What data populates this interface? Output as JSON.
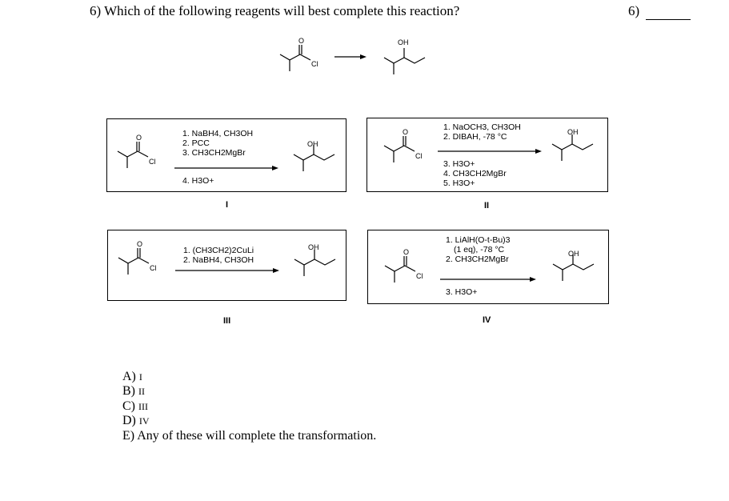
{
  "question": {
    "number_text": "6) Which of the following reagents will best complete this reaction?",
    "answer_label": "6)"
  },
  "reaction": {
    "reactant_labels": {
      "o": "O",
      "cl": "Cl"
    },
    "product_labels": {
      "oh": "OH"
    }
  },
  "options": [
    {
      "numeral": "I",
      "reagents_above": [
        "1. NaBH4, CH3OH",
        "2. PCC",
        "3. CH3CH2MgBr"
      ],
      "reagents_below": [
        "4. H3O+"
      ]
    },
    {
      "numeral": "II",
      "reagents_above": [
        "1. NaOCH3, CH3OH",
        "2. DIBAH, -78 °C"
      ],
      "reagents_below": [
        "3. H3O+",
        "4. CH3CH2MgBr",
        "5. H3O+"
      ]
    },
    {
      "numeral": "III",
      "reagents_above": [
        "1. (CH3CH2)2CuLi",
        "2. NaBH4, CH3OH"
      ],
      "reagents_below": []
    },
    {
      "numeral": "IV",
      "reagents_above": [
        "1. LiAlH(O-t-Bu)3",
        "(1 eq), -78 °C",
        "2. CH3CH2MgBr"
      ],
      "reagents_below": [
        "3. H3O+"
      ]
    }
  ],
  "choices": [
    {
      "letter": "A)",
      "text": "I"
    },
    {
      "letter": "B)",
      "text": "II"
    },
    {
      "letter": "C)",
      "text": "III"
    },
    {
      "letter": "D)",
      "text": "IV"
    },
    {
      "letter": "E)",
      "text": "Any of these will complete the transformation."
    }
  ]
}
